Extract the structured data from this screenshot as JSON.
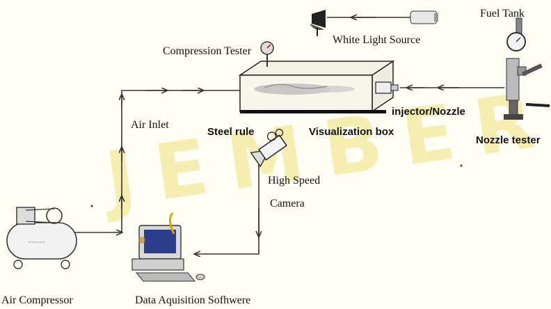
{
  "labels": {
    "fuel_tank": "Fuel Tank",
    "white_light_source": "White Light Source",
    "compression_tester": "Compression Tester",
    "injector_nozzle": "injector/Nozzle",
    "air_inlet": "Air Inlet",
    "steel_rule": "Steel rule",
    "visualization_box": "Visualization box",
    "nozzle_tester": "Nozzle tester",
    "high_speed_camera_line1": "High Speed",
    "high_speed_camera_line2": "Camera",
    "air_compressor": "Air Compressor",
    "data_acquisition_software": "Data Aquisition Sofhwere"
  },
  "watermark": "JEMBER",
  "colors": {
    "background": "#fffef4",
    "watermark": "#f6eeb0",
    "line": "#333333"
  }
}
